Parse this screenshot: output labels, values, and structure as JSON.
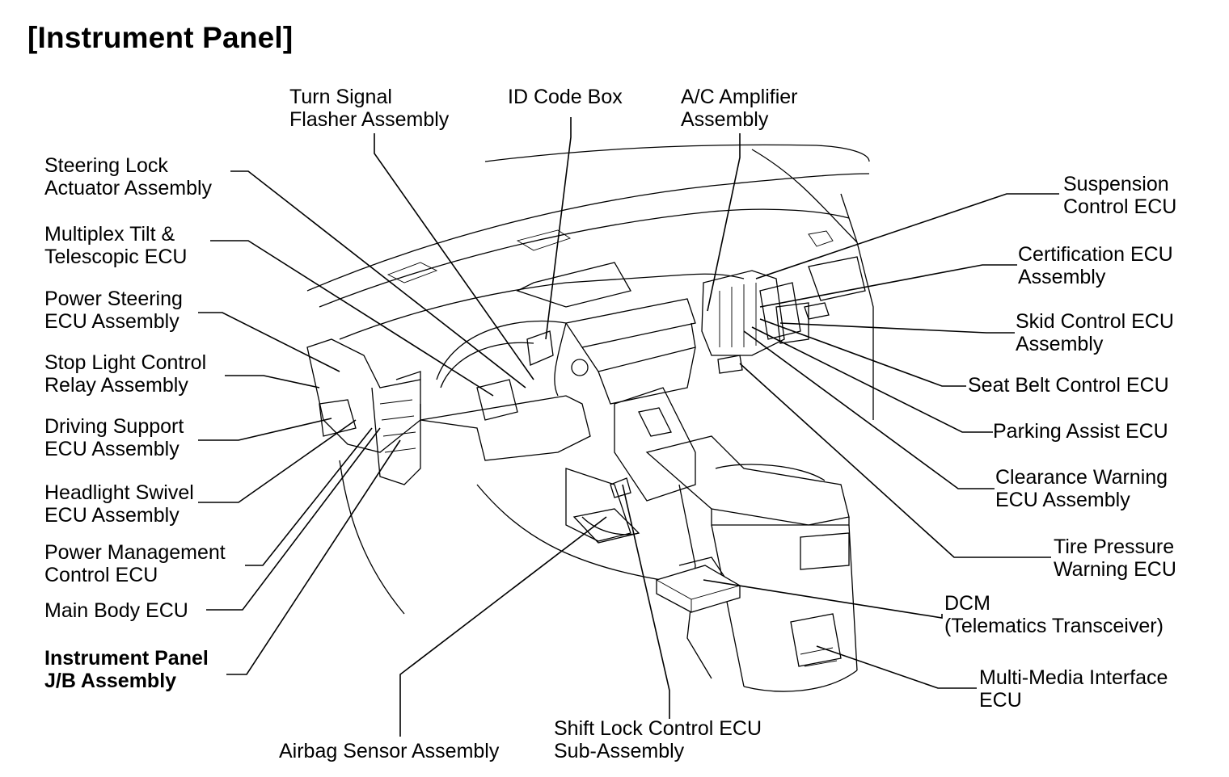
{
  "title": "[Instrument Panel]",
  "labels": {
    "turn_signal": [
      "Turn Signal",
      "Flasher Assembly"
    ],
    "id_code_box": [
      "ID Code Box"
    ],
    "ac_amplifier": [
      "A/C Amplifier",
      "Assembly"
    ],
    "steering_lock": [
      "Steering Lock",
      "Actuator Assembly"
    ],
    "multiplex_tilt": [
      "Multiplex Tilt &",
      "Telescopic ECU"
    ],
    "power_steering": [
      "Power Steering",
      "ECU Assembly"
    ],
    "stop_light": [
      "Stop Light Control",
      "Relay Assembly"
    ],
    "driving_support": [
      "Driving Support",
      "ECU Assembly"
    ],
    "headlight_swivel": [
      "Headlight Swivel",
      "ECU Assembly"
    ],
    "power_management": [
      "Power Management",
      "Control ECU"
    ],
    "main_body": [
      "Main Body ECU"
    ],
    "instrument_jb": [
      "Instrument Panel",
      "J/B Assembly"
    ],
    "suspension": [
      "Suspension",
      "Control ECU"
    ],
    "certification": [
      "Certification ECU",
      "Assembly"
    ],
    "skid_control": [
      "Skid Control ECU",
      "Assembly"
    ],
    "seat_belt": [
      "Seat Belt Control ECU"
    ],
    "parking_assist": [
      "Parking Assist ECU"
    ],
    "clearance_warning": [
      "Clearance Warning",
      "ECU Assembly"
    ],
    "tire_pressure": [
      "Tire Pressure",
      "Warning ECU"
    ],
    "dcm": [
      "DCM",
      "(Telematics Transceiver)"
    ],
    "multimedia": [
      "Multi-Media Interface",
      "ECU"
    ],
    "airbag": [
      "Airbag Sensor Assembly"
    ],
    "shift_lock": [
      "Shift Lock Control ECU",
      "Sub-Assembly"
    ]
  }
}
